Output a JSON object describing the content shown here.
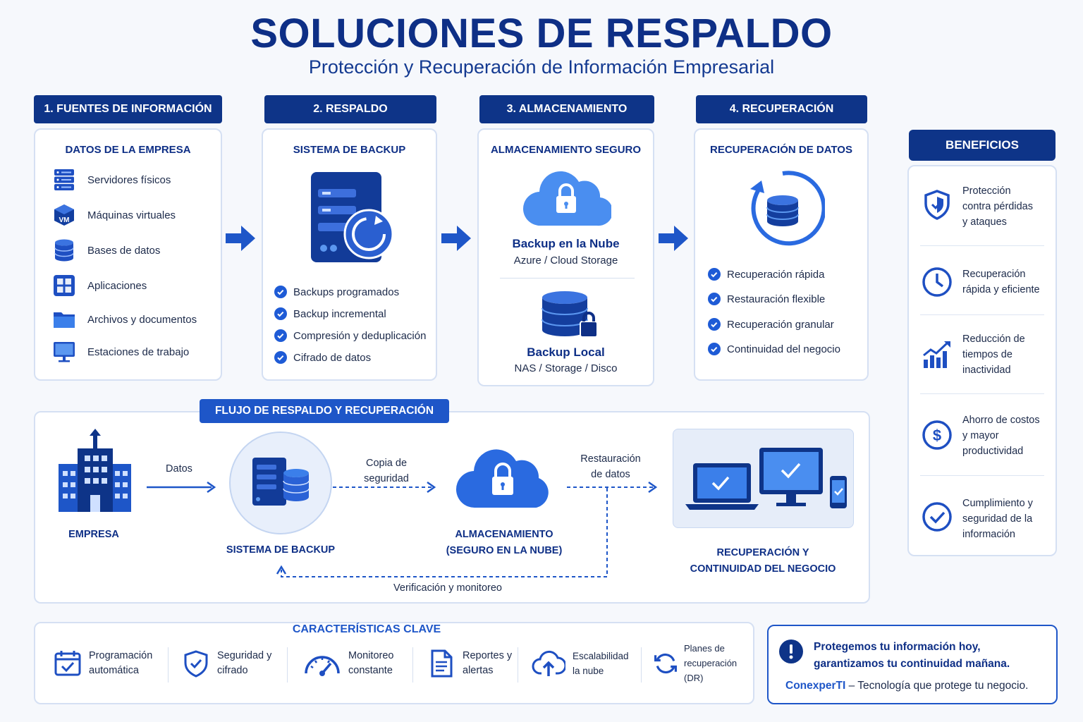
{
  "title": "SOLUCIONES DE RESPALDO",
  "subtitle": "Protección y Recuperación de Información Empresarial",
  "steps": [
    {
      "header": "1. FUENTES DE INFORMACIÓN",
      "card_title": "DATOS DE LA EMPRESA",
      "items": [
        "Servidores físicos",
        "Máquinas virtuales",
        "Bases de datos",
        "Aplicaciones",
        "Archivos y documentos",
        "Estaciones de trabajo"
      ]
    },
    {
      "header": "2. RESPALDO",
      "card_title": "SISTEMA DE BACKUP",
      "items": [
        "Backups programados",
        "Backup incremental",
        "Compresión y deduplicación",
        "Cifrado de datos"
      ]
    },
    {
      "header": "3. ALMACENAMIENTO",
      "card_title": "ALMACENAMIENTO SEGURO",
      "cloud_title": "Backup en la Nube",
      "cloud_sub": "Azure / Cloud Storage",
      "local_title": "Backup Local",
      "local_sub": "NAS / Storage / Disco"
    },
    {
      "header": "4. RECUPERACIÓN",
      "card_title": "RECUPERACIÓN DE DATOS",
      "items": [
        "Recuperación rápida",
        "Restauración flexible",
        "Recuperación granular",
        "Continuidad del negocio"
      ]
    }
  ],
  "benefits": {
    "header": "BENEFICIOS",
    "items": [
      {
        "icon": "shield-icon",
        "text": "Protección\ncontra pérdidas\ny ataques"
      },
      {
        "icon": "clock-icon",
        "text": "Recuperación\nrápida y eficiente"
      },
      {
        "icon": "chart-growth-icon",
        "text": "Reducción de\ntiempos de\ninactividad"
      },
      {
        "icon": "dollar-icon",
        "text": "Ahorro de costos\ny mayor\nproductividad"
      },
      {
        "icon": "check-circle-icon",
        "text": "Cumplimiento y\nseguridad de la\ninformación"
      }
    ]
  },
  "flow": {
    "header": "FLUJO DE RESPALDO Y RECUPERACIÓN",
    "company": "EMPRESA",
    "label_data": "Datos",
    "backup_system": "SISTEMA DE BACKUP",
    "label_copy": "Copia de\nseguridad",
    "storage": "ALMACENAMIENTO\n(SEGURO EN LA NUBE)",
    "label_restore": "Restauración\nde datos",
    "recovery": "RECUPERACIÓN Y\nCONTINUIDAD DEL NEGOCIO",
    "label_verify": "Verificación y monitoreo"
  },
  "features": {
    "header": "CARACTERÍSTICAS CLAVE",
    "items": [
      {
        "icon": "calendar-check-icon",
        "text": "Programación\nautomática"
      },
      {
        "icon": "shield-check-icon",
        "text": "Seguridad y\ncifrado"
      },
      {
        "icon": "gauge-icon",
        "text": "Monitoreo\nconstante"
      },
      {
        "icon": "document-icon",
        "text": "Reportes y\nalertas"
      },
      {
        "icon": "cloud-upload-icon",
        "text": "Escalabilidad\nla nube"
      },
      {
        "icon": "refresh-icon",
        "text": "Planes de\nrecuperación (DR)"
      }
    ]
  },
  "cta": {
    "line1": "Protegemos tu información hoy,",
    "line2": "garantizamos tu continuidad mañana.",
    "brand": "ConexperTI",
    "tagline": " – Tecnología que protege tu negocio."
  },
  "colors": {
    "navy": "#0e3488",
    "blue": "#1e5bd6",
    "light_blue": "#4a8ef0",
    "card_border": "#d5e0f3"
  }
}
